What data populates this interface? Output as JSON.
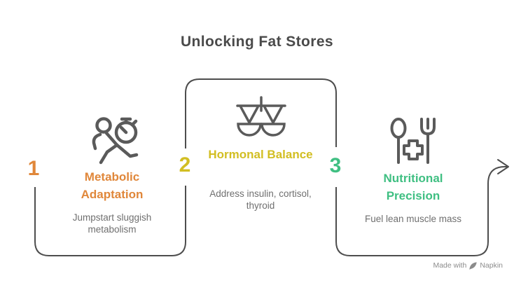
{
  "title": "Unlocking Fat Stores",
  "steps": [
    {
      "number": "1",
      "title": "Metabolic Adaptation",
      "description": "Jumpstart sluggish metabolism",
      "color": "#E0873A",
      "icon": "runner-stopwatch-icon"
    },
    {
      "number": "2",
      "title": "Hormonal Balance",
      "description": "Address insulin, cortisol, thyroid",
      "color": "#D2BE22",
      "icon": "balance-scale-icon"
    },
    {
      "number": "3",
      "title": "Nutritional Precision",
      "description": "Fuel lean muscle mass",
      "color": "#3FBF82",
      "icon": "spoon-fork-icon"
    }
  ],
  "colors": {
    "title_text": "#4A4A4A",
    "description_text": "#6F6F6F",
    "flow_line": "#4D4D4D",
    "icon_stroke": "#5A5A5A",
    "watermark_text": "#8C8C8C"
  },
  "watermark": {
    "prefix": "Made with",
    "brand": "Napkin"
  }
}
